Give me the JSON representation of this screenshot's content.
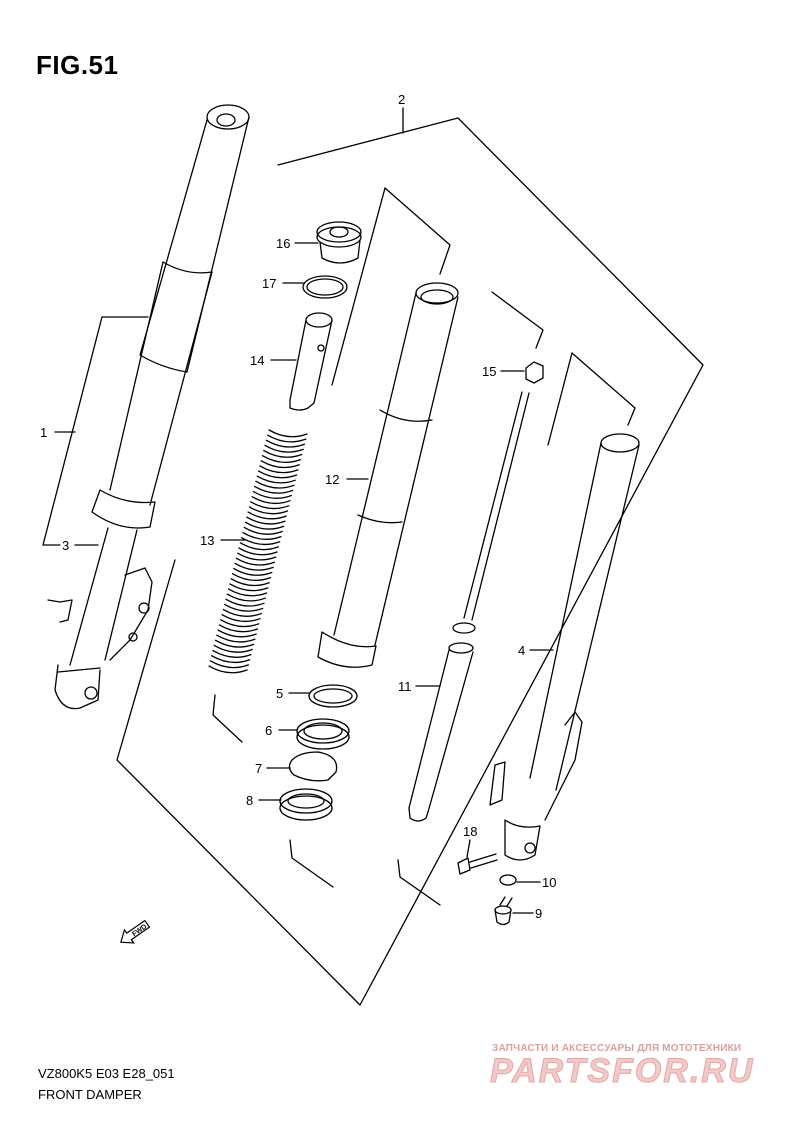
{
  "figure": {
    "title": "FIG.51"
  },
  "callouts": [
    {
      "id": "c1",
      "label": "1"
    },
    {
      "id": "c2",
      "label": "2"
    },
    {
      "id": "c3",
      "label": "3"
    },
    {
      "id": "c4",
      "label": "4"
    },
    {
      "id": "c5",
      "label": "5"
    },
    {
      "id": "c6",
      "label": "6"
    },
    {
      "id": "c7",
      "label": "7"
    },
    {
      "id": "c8",
      "label": "8"
    },
    {
      "id": "c9",
      "label": "9"
    },
    {
      "id": "c10",
      "label": "10"
    },
    {
      "id": "c11",
      "label": "11"
    },
    {
      "id": "c12",
      "label": "12"
    },
    {
      "id": "c13",
      "label": "13"
    },
    {
      "id": "c14",
      "label": "14"
    },
    {
      "id": "c15",
      "label": "15"
    },
    {
      "id": "c16",
      "label": "16"
    },
    {
      "id": "c17",
      "label": "17"
    },
    {
      "id": "c18",
      "label": "18"
    }
  ],
  "fwd_label": "FWD",
  "footer": {
    "code": "VZ800K5 E03 E28_051",
    "name": "FRONT DAMPER"
  },
  "watermark": {
    "tagline": "ЗАПЧАСТИ И АКСЕССУАРЫ ДЛЯ МОТОТЕХНИКИ",
    "logo": "PARTSFOR.RU"
  }
}
